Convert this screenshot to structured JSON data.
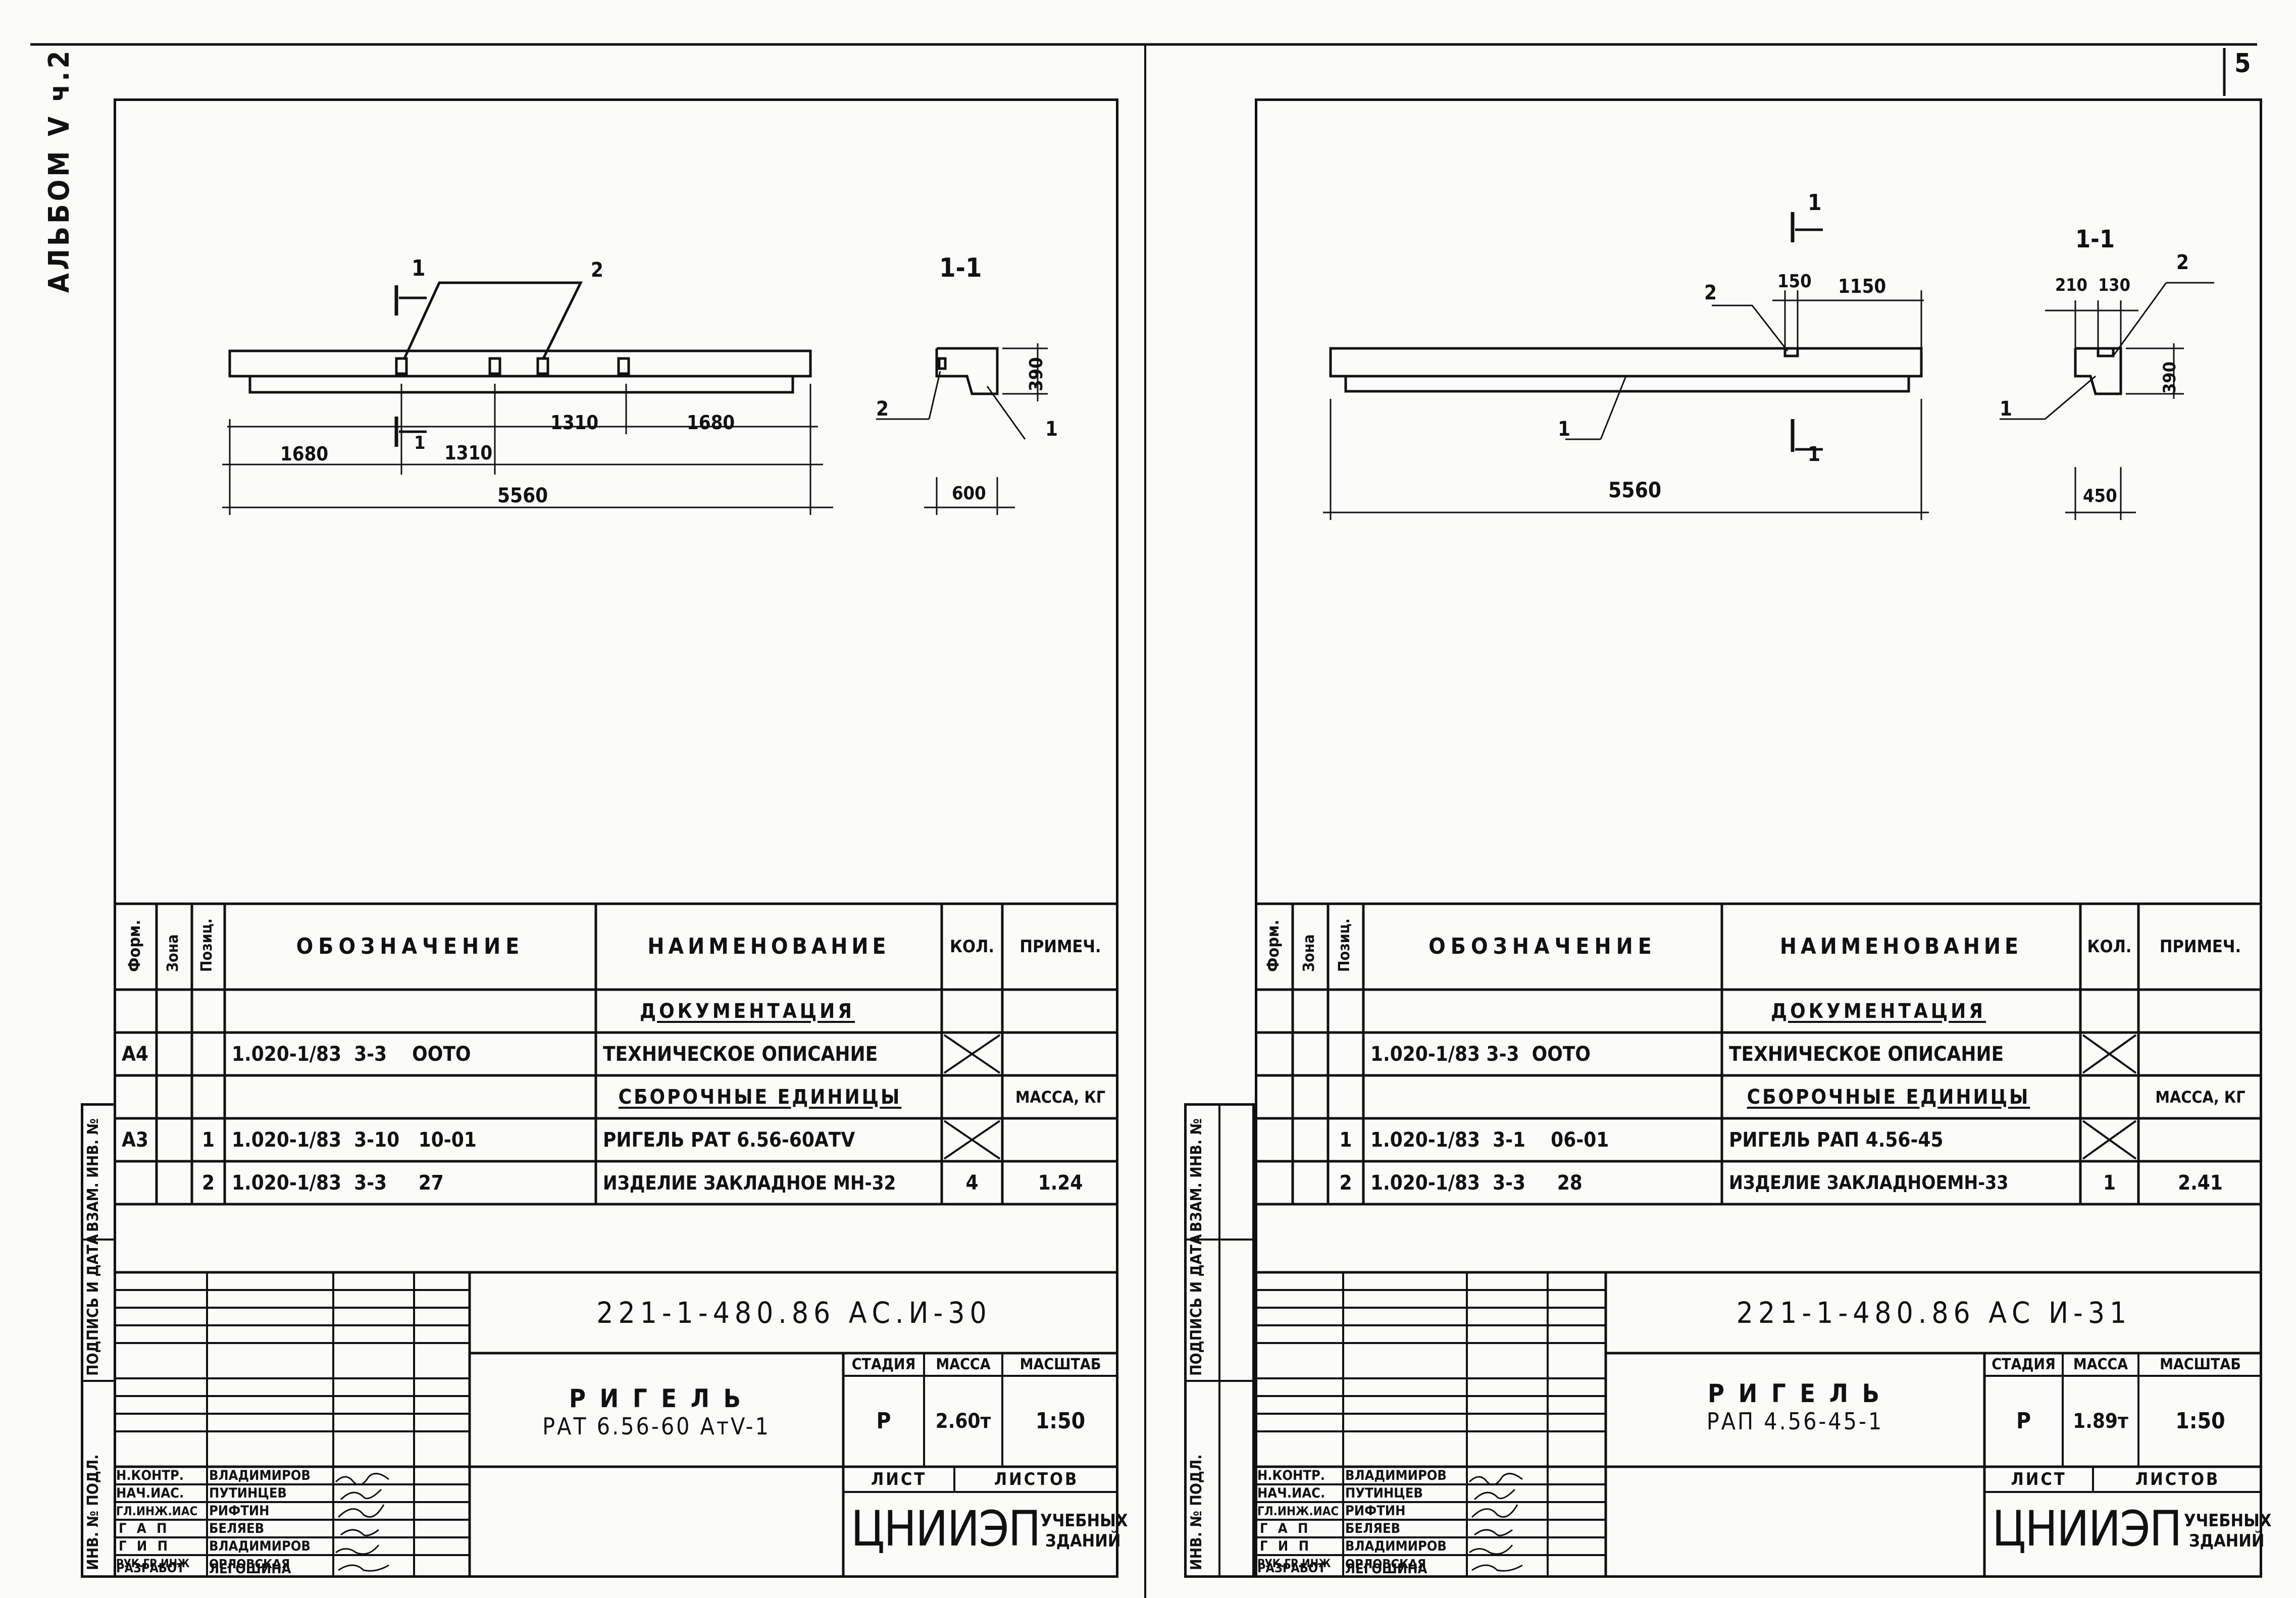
{
  "album_label": "АЛЬБОМ V ч.2",
  "page_number": "5",
  "side_stamp": {
    "inv_podl": "ИНВ. № ПОДЛ.",
    "podpis_data": "ПОДПИСЬ И ДАТА",
    "vzam_inv": "ВЗАМ. ИНВ. №"
  },
  "table_headers": {
    "form": "Форм.",
    "zona": "Зона",
    "poz": "Позиц.",
    "oboznachenie": "ОБОЗНАЧЕНИЕ",
    "naimenovanie": "НАИМЕНОВАНИЕ",
    "kol": "КОЛ.",
    "primech": "ПРИМЕЧ."
  },
  "stamp_roles": [
    "Н.КОНТР.",
    "НАЧ.ИАС.",
    "ГЛ.ИНЖ.ИАС",
    "Г А П",
    "Г И П",
    "РУК.ГР.ИНЖ",
    "РАЗРАБОТ"
  ],
  "stamp_labels": {
    "stadiya": "СТАДИЯ",
    "massa": "МАССА",
    "masshtab": "МАСШТАБ",
    "list": "ЛИСТ",
    "listov": "ЛИСТОВ",
    "org": "ЦНИИЭП",
    "org_sub1": "УЧЕБНЫХ",
    "org_sub2": "ЗДАНИЙ"
  },
  "sheets": [
    {
      "dims": {
        "d1680a": "1680",
        "d1310a": "1310",
        "d1310b": "1310",
        "d1680b": "1680",
        "d5560": "5560",
        "d390": "390",
        "d600": "600"
      },
      "marks": {
        "cut": "1",
        "pos1": "1",
        "pos2": "2",
        "section": "1-1",
        "sec_pos1": "1",
        "sec_pos2": "2"
      },
      "rows": [
        {
          "form": "",
          "zona": "",
          "poz": "",
          "oboz": "",
          "naim": "ДОКУМЕНТАЦИЯ",
          "kol": "",
          "prim": ""
        },
        {
          "form": "А4",
          "zona": "",
          "poz": "",
          "oboz": "1.020-1/83  3-3    ООТО",
          "naim": "ТЕХНИЧЕСКОЕ ОПИСАНИЕ",
          "kol": "",
          "prim": ""
        },
        {
          "form": "",
          "zona": "",
          "poz": "",
          "oboz": "",
          "naim": "СБОРОЧНЫЕ ЕДИНИЦЫ",
          "kol": "",
          "prim": "МАССА, КГ"
        },
        {
          "form": "А3",
          "zona": "",
          "poz": "1",
          "oboz": "1.020-1/83  3-10   10-01",
          "naim": "РИГЕЛЬ РАТ 6.56-60АТV",
          "kol": "",
          "prim": ""
        },
        {
          "form": "",
          "zona": "",
          "poz": "2",
          "oboz": "1.020-1/83  3-3     27",
          "naim": "ИЗДЕЛИЕ ЗАКЛАДНОЕ МН-32",
          "kol": "4",
          "prim": "1.24"
        }
      ],
      "doc_code": "221-1-480.86  АС.И-30",
      "title_line1": "Р И Г Е Л Ь",
      "title_line2": "РАТ 6.56-60 АтV-1",
      "stadiya": "Р",
      "massa": "2.60т",
      "masshtab": "1:50",
      "names": [
        "ВЛАДИМИРОВ",
        "ПУТИНЦЕВ",
        "РИФТИН",
        "БЕЛЯЕВ",
        "ВЛАДИМИРОВ",
        "ОРЛОВСКАЯ",
        "ЛЕГОШИНА"
      ]
    },
    {
      "dims": {
        "d150": "150",
        "d1150": "1150",
        "d5560": "5560",
        "d210": "210",
        "d130": "130",
        "d390": "390",
        "d450": "450"
      },
      "marks": {
        "cut": "1",
        "pos1": "1",
        "pos2": "2",
        "section": "1-1",
        "sec_pos1": "1",
        "sec_pos2": "2"
      },
      "rows": [
        {
          "form": "",
          "zona": "",
          "poz": "",
          "oboz": "",
          "naim": "ДОКУМЕНТАЦИЯ",
          "kol": "",
          "prim": ""
        },
        {
          "form": "",
          "zona": "",
          "poz": "",
          "oboz": "1.020-1/83 3-3  ООТО",
          "naim": "ТЕХНИЧЕСКОЕ ОПИСАНИЕ",
          "kol": "",
          "prim": ""
        },
        {
          "form": "",
          "zona": "",
          "poz": "",
          "oboz": "",
          "naim": "СБОРОЧНЫЕ ЕДИНИЦЫ",
          "kol": "",
          "prim": "МАССА, КГ"
        },
        {
          "form": "",
          "zona": "",
          "poz": "1",
          "oboz": "1.020-1/83  3-1    06-01",
          "naim": "РИГЕЛЬ РАП 4.56-45",
          "kol": "",
          "prim": ""
        },
        {
          "form": "",
          "zona": "",
          "poz": "2",
          "oboz": "1.020-1/83  3-3     28",
          "naim": "ИЗДЕЛИЕ ЗАКЛАДНОЕМН-33",
          "kol": "1",
          "prim": "2.41"
        }
      ],
      "doc_code": "221-1-480.86  АС И-31",
      "title_line1": "Р И Г Е Л Ь",
      "title_line2": "РАП 4.56-45-1",
      "stadiya": "Р",
      "massa": "1.89т",
      "masshtab": "1:50",
      "names": [
        "ВЛАДИМИРОВ",
        "ПУТИНЦЕВ",
        "РИФТИН",
        "БЕЛЯЕВ",
        "ВЛАДИМИРОВ",
        "ОРЛОВСКАЯ",
        "ЛЕГОШИНА"
      ]
    }
  ]
}
